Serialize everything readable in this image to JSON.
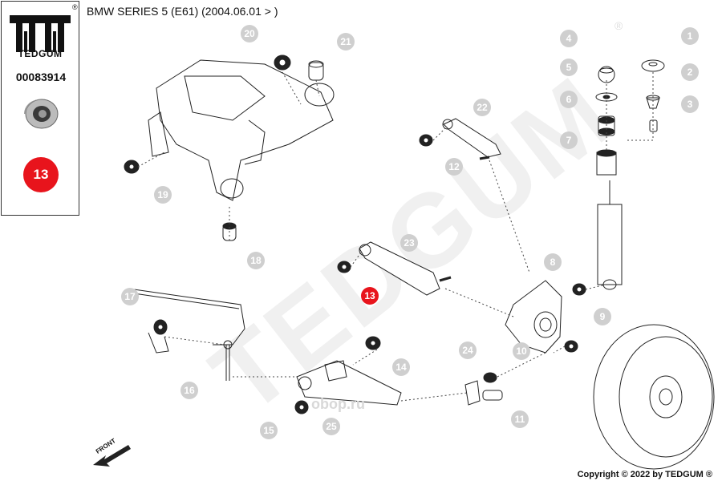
{
  "brand": {
    "name": "TEDGUM",
    "reg_mark": "®"
  },
  "part_number": "00083914",
  "highlight_number": "13",
  "title": "BMW SERIES 5 (E61)  (2004.06.01 > )",
  "copyright": "Copyright © 2022 by TEDGUM ®",
  "watermark_text": "TEDGUM",
  "watermark_site": "oboр.ru",
  "front_label": "FRONT",
  "accent_color": "#e8141c",
  "callout_color": "#cfcfcf",
  "callouts": [
    "1",
    "2",
    "3",
    "4",
    "5",
    "6",
    "7",
    "8",
    "9",
    "10",
    "11",
    "12",
    "13",
    "14",
    "15",
    "16",
    "17",
    "18",
    "19",
    "20",
    "21",
    "22",
    "23",
    "24",
    "25"
  ]
}
